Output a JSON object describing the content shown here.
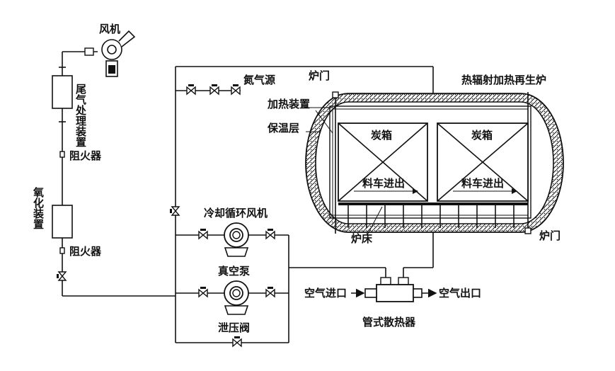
{
  "labels": {
    "fan": "风机",
    "tail_gas": "尾气处理装置",
    "flame_arrester_top": "阻火器",
    "oxidation": "氧化装置",
    "flame_arrester_bottom": "阻火器",
    "nitrogen": "氮气源",
    "furnace_door_top": "炉门",
    "furnace_title": "热辐射加热再生炉",
    "heater": "加热装置",
    "insulation": "保温层",
    "carbon_box_left": "炭箱",
    "carbon_box_right": "炭箱",
    "cart_left": "料车进出",
    "cart_right": "料车进出",
    "cooling_fan": "冷却循环风机",
    "vacuum_pump": "真空泵",
    "relief_valve": "泄压阀",
    "furnace_bed": "炉床",
    "furnace_door_bottom": "炉门",
    "air_in": "空气进口",
    "air_out": "空气出口",
    "heat_exchanger": "管式散热器"
  }
}
